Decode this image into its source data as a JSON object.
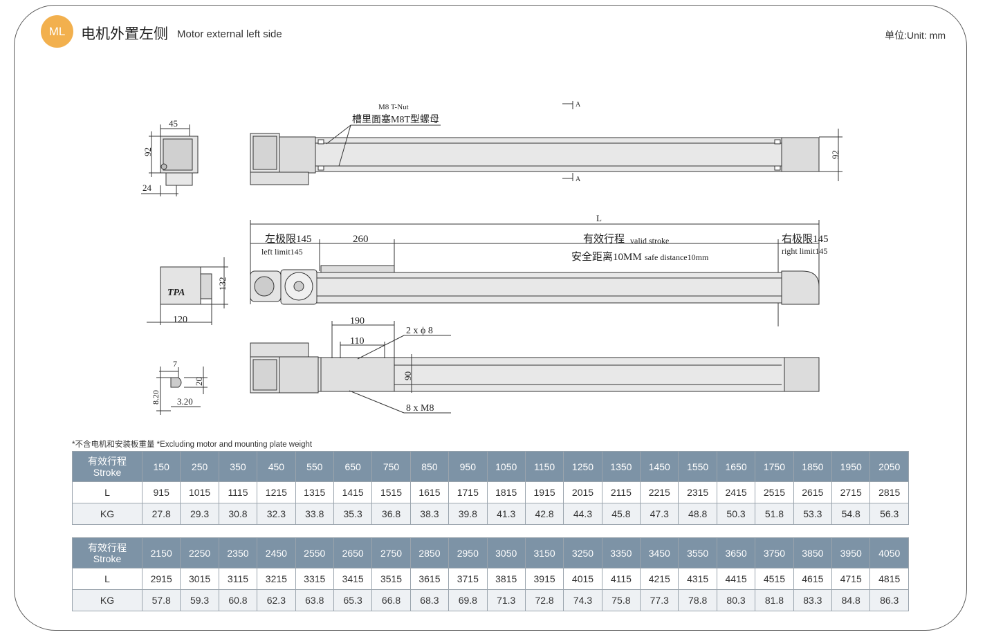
{
  "header": {
    "badge": "ML",
    "title_cn": "电机外置左侧",
    "title_en": "Motor external left side",
    "unit": "单位:Unit: mm"
  },
  "drawing": {
    "tnut_en": "M8 T-Nut",
    "tnut_cn": "槽里面塞M8T型螺母",
    "section_a_top": "A",
    "section_a_bottom": "A",
    "dim_45": "45",
    "dim_92_left": "92",
    "dim_24": "24",
    "dim_92_right": "92",
    "dim_L": "L",
    "left_limit_cn": "左极限145",
    "left_limit_en": "left limit145",
    "dim_260": "260",
    "valid_stroke_cn": "有效行程",
    "valid_stroke_en": "valid stroke",
    "safe_cn": "安全距离10MM",
    "safe_en": "safe distance10mm",
    "right_limit_cn": "右极限145",
    "right_limit_en": "right limit145",
    "dim_132": "132",
    "dim_120": "120",
    "logo": "TPA",
    "dim_190": "190",
    "dim_110": "110",
    "holes": "2 x ϕ 8",
    "dim_90": "90",
    "screws": "8 x M8",
    "dim_7": "7",
    "dim_20": "20",
    "dim_820": "8.20",
    "dim_320": "3.20"
  },
  "note": "*不含电机和安装板重量 *Excluding motor and mounting plate weight",
  "tables": [
    {
      "header_cn": "有效行程",
      "header_en": "Stroke",
      "row_L_label": "L",
      "row_KG_label": "KG",
      "strokes": [
        "150",
        "250",
        "350",
        "450",
        "550",
        "650",
        "750",
        "850",
        "950",
        "1050",
        "1150",
        "1250",
        "1350",
        "1450",
        "1550",
        "1650",
        "1750",
        "1850",
        "1950",
        "2050"
      ],
      "L": [
        "915",
        "1015",
        "1115",
        "1215",
        "1315",
        "1415",
        "1515",
        "1615",
        "1715",
        "1815",
        "1915",
        "2015",
        "2115",
        "2215",
        "2315",
        "2415",
        "2515",
        "2615",
        "2715",
        "2815"
      ],
      "KG": [
        "27.8",
        "29.3",
        "30.8",
        "32.3",
        "33.8",
        "35.3",
        "36.8",
        "38.3",
        "39.8",
        "41.3",
        "42.8",
        "44.3",
        "45.8",
        "47.3",
        "48.8",
        "50.3",
        "51.8",
        "53.3",
        "54.8",
        "56.3"
      ]
    },
    {
      "header_cn": "有效行程",
      "header_en": "Stroke",
      "row_L_label": "L",
      "row_KG_label": "KG",
      "strokes": [
        "2150",
        "2250",
        "2350",
        "2450",
        "2550",
        "2650",
        "2750",
        "2850",
        "2950",
        "3050",
        "3150",
        "3250",
        "3350",
        "3450",
        "3550",
        "3650",
        "3750",
        "3850",
        "3950",
        "4050"
      ],
      "L": [
        "2915",
        "3015",
        "3115",
        "3215",
        "3315",
        "3415",
        "3515",
        "3615",
        "3715",
        "3815",
        "3915",
        "4015",
        "4115",
        "4215",
        "4315",
        "4415",
        "4515",
        "4615",
        "4715",
        "4815"
      ],
      "KG": [
        "57.8",
        "59.3",
        "60.8",
        "62.3",
        "63.8",
        "65.3",
        "66.8",
        "68.3",
        "69.8",
        "71.3",
        "72.8",
        "74.3",
        "75.8",
        "77.3",
        "78.8",
        "80.3",
        "81.8",
        "83.3",
        "84.8",
        "86.3"
      ]
    }
  ]
}
